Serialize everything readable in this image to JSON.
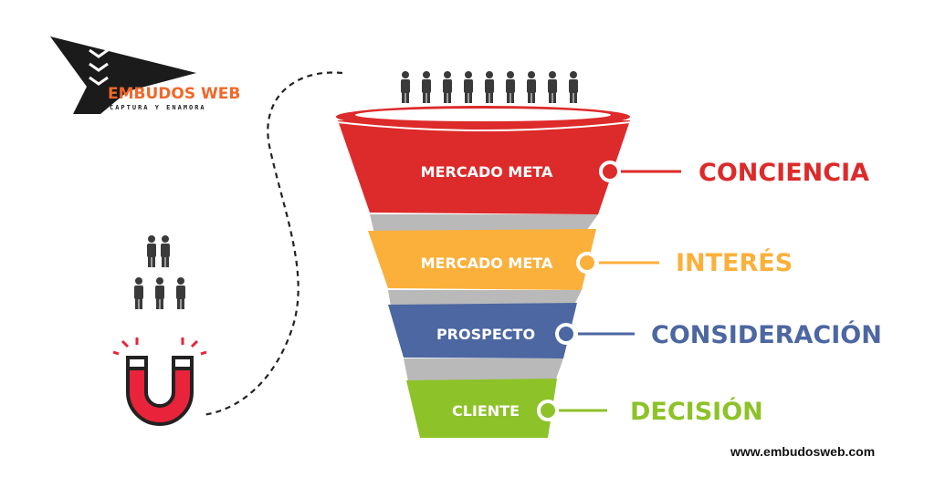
{
  "logo": {
    "title": "EMBUDOS WEB",
    "subtitle": "CAPTURA Y ENAMORA"
  },
  "funnel": [
    {
      "label": "MERCADO META",
      "stage": "CONCIENCIA",
      "color": "#dd2a2a"
    },
    {
      "label": "MERCADO META",
      "stage": "INTERÉS",
      "color": "#fbb03b"
    },
    {
      "label": "PROSPECTO",
      "stage": "CONSIDERACIÓN",
      "color": "#4c67a1"
    },
    {
      "label": "CLIENTE",
      "stage": "DECISIÓN",
      "color": "#8dc228"
    }
  ],
  "footer": {
    "url": "www.embudosweb.com"
  }
}
